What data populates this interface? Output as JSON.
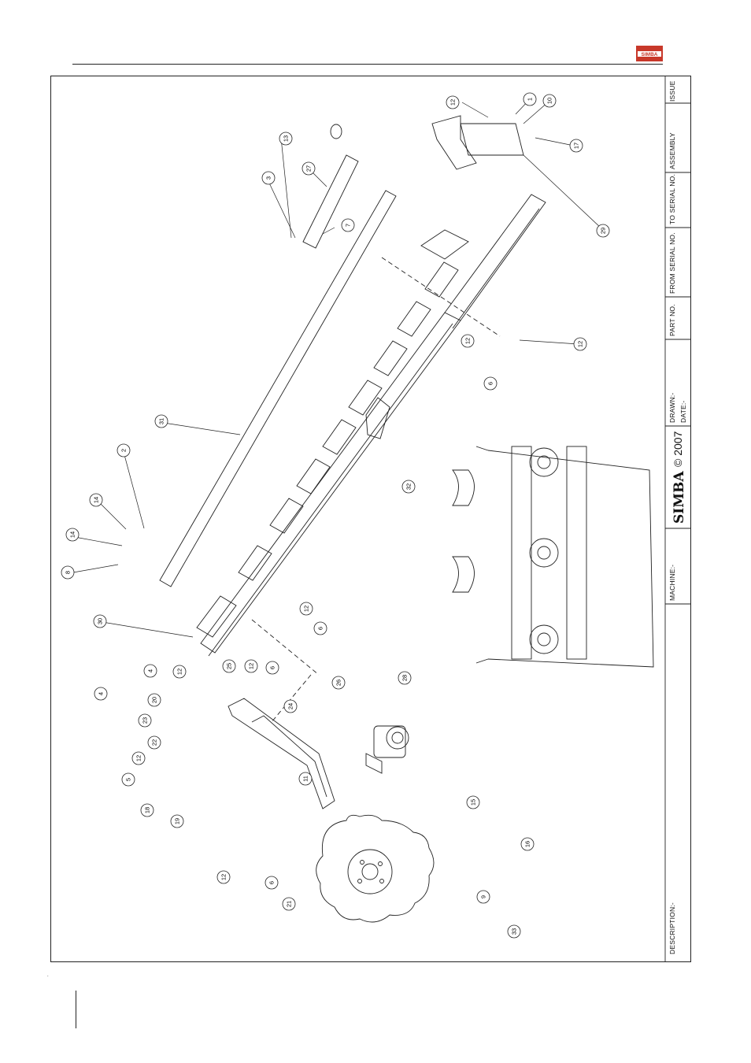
{
  "brand": {
    "logo_text": "SIMBA"
  },
  "title_block": {
    "description_label": "DESCRIPTION:-",
    "machine_label": "MACHINE:-",
    "brand_mark": "SIMBA",
    "copyright": "© 2007",
    "drawn_label": "DRAWN:-",
    "date_label": "DATE:-",
    "part_no_label": "PART NO.",
    "from_serial_label": "FROM SERIAL NO.",
    "to_serial_label": "TO SERIAL NO.",
    "assembly_label": "ASSEMBLY",
    "issue_label": "ISSUE"
  },
  "callouts": [
    "1",
    "2",
    "3",
    "4",
    "4",
    "5",
    "6",
    "6",
    "6",
    "6",
    "7",
    "8",
    "9",
    "10",
    "11",
    "12",
    "12",
    "12",
    "12",
    "12",
    "12",
    "12",
    "12",
    "13",
    "14",
    "14",
    "15",
    "16",
    "17",
    "18",
    "19",
    "20",
    "21",
    "22",
    "23",
    "24",
    "25",
    "26",
    "27",
    "28",
    "29",
    "30",
    "31",
    "32",
    "33"
  ],
  "colors": {
    "logo_red": "#c8382a",
    "line": "#222222"
  }
}
